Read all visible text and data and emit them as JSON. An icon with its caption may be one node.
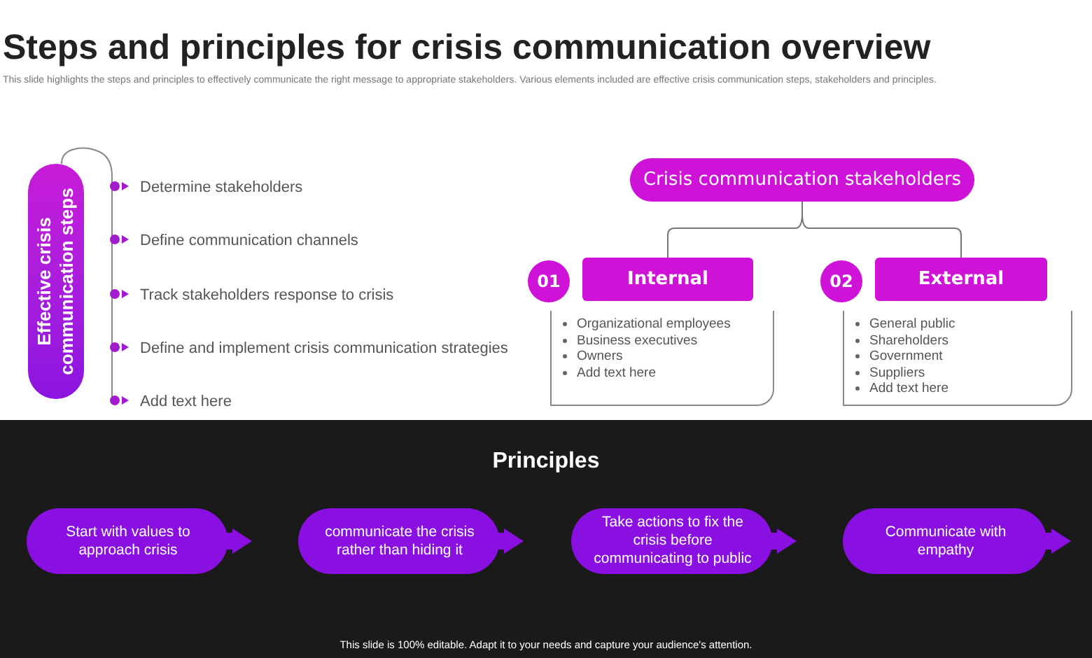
{
  "diagram": {
    "title": "Steps and principles for crisis communication overview",
    "nodes": [
      {
        "text": [
          "Effective crisis communication steps"
        ]
      },
      {
        "text": [
          "Crisis communication stakeholders"
        ]
      },
      {
        "text": [
          "01"
        ]
      },
      {
        "text": [
          "Internal"
        ]
      },
      {
        "text": [
          "Organizational employees",
          "Business executives",
          "Owners",
          "Add text here"
        ]
      },
      {
        "text": [
          "02"
        ]
      },
      {
        "text": [
          "External"
        ]
      },
      {
        "text": [
          "General public",
          "Shareholders",
          "Government",
          "Suppliers",
          "Add text here"
        ]
      },
      {
        "text": [
          "Start with values to approach crisis"
        ]
      },
      {
        "text": [
          "communicate the crisis rather than hiding it"
        ]
      },
      {
        "text": [
          "Take actions to fix the crisis before communicating to public"
        ]
      },
      {
        "text": [
          "Communicate with empathy"
        ]
      }
    ],
    "edges": [
      {
        "from": 1,
        "to": 3,
        "arrow": "none"
      },
      {
        "from": 1,
        "to": 6,
        "arrow": "none"
      }
    ],
    "labels": [
      "This slide highlights the steps and principles to effectively communicate the right message to appropriate stakeholders. Various elements included are effective crisis communication steps, stakeholders and principles.",
      "Determine stakeholders",
      "Define communication channels",
      "Track stakeholders response to crisis",
      "Define and implement crisis communication strategies",
      "Add text here",
      "Principles",
      "This slide is 100% editable. Adapt it to your needs and capture your audience's attention."
    ]
  }
}
